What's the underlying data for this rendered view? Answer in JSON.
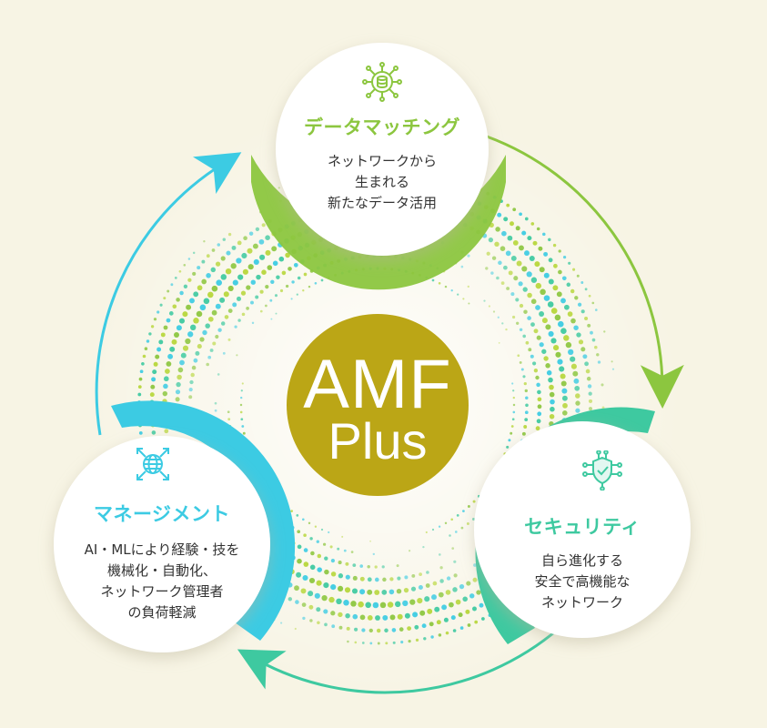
{
  "center": {
    "line1": "AMF",
    "line2": "Plus",
    "color": "#bba616"
  },
  "nodes": [
    {
      "id": "data-matching",
      "title": "データマッチング",
      "desc": [
        "ネットワークから",
        "生まれる",
        "新たなデータ活用"
      ],
      "color": "#8cc63f",
      "icon": "data-network-icon"
    },
    {
      "id": "security",
      "title": "セキュリティ",
      "desc": [
        "自ら進化する",
        "安全で高機能な",
        "ネットワーク"
      ],
      "color": "#3ec9a0",
      "icon": "shield-check-icon"
    },
    {
      "id": "management",
      "title": "マネージメント",
      "desc": [
        "AI・MLにより経験・技を",
        "機械化・自動化、",
        "ネットワーク管理者",
        "の負荷軽減"
      ],
      "color": "#3ccbe3",
      "icon": "globe-arrows-icon"
    }
  ],
  "colors": {
    "background": "#f7f4e4",
    "green": "#8cc63f",
    "teal": "#3ec9a0",
    "cyan": "#3ccbe3",
    "gold": "#bba616"
  }
}
